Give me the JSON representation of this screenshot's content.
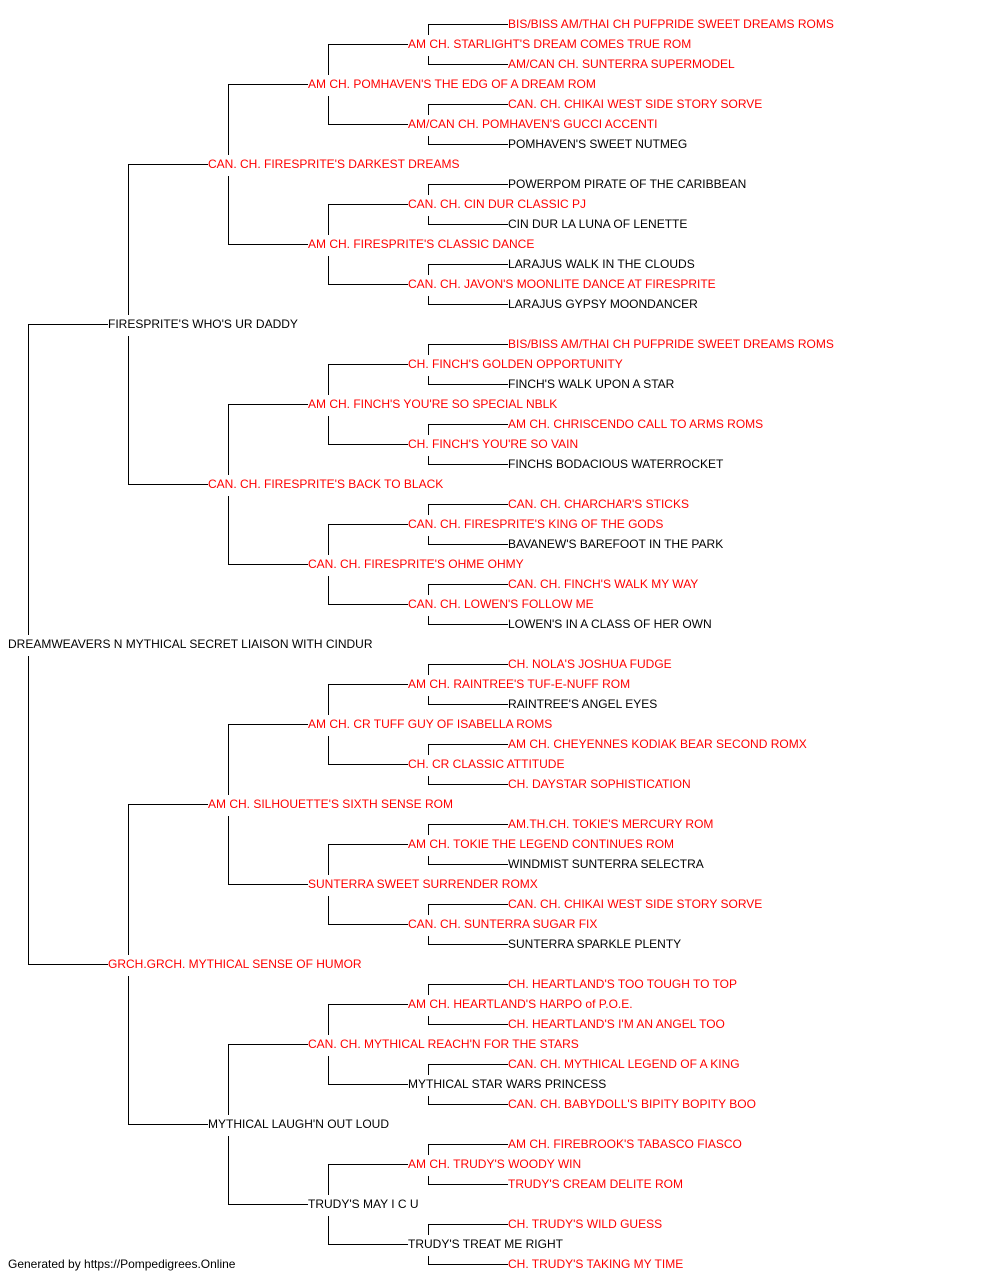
{
  "colors": {
    "titled": "#ff0000",
    "plain": "#000000",
    "connector": "#000000"
  },
  "subject": {
    "name": "DREAMWEAVERS N MYTHICAL SECRET LIAISON WITH CINDUR",
    "titled": false
  },
  "gen1": [
    {
      "name": "FIRESPRITE'S WHO'S UR DADDY",
      "titled": false
    },
    {
      "name": "GRCH.GRCH. MYTHICAL SENSE OF HUMOR",
      "titled": true
    }
  ],
  "gen2": [
    {
      "name": "CAN. CH. FIRESPRITE'S DARKEST DREAMS",
      "titled": true
    },
    {
      "name": "CAN. CH. FIRESPRITE'S BACK TO BLACK",
      "titled": true
    },
    {
      "name": "AM CH. SILHOUETTE'S SIXTH SENSE ROM",
      "titled": true
    },
    {
      "name": "MYTHICAL LAUGH'N OUT LOUD",
      "titled": false
    }
  ],
  "gen3": [
    {
      "name": "AM CH. POMHAVEN'S THE EDG OF A DREAM ROM",
      "titled": true
    },
    {
      "name": "AM CH. FIRESPRITE'S CLASSIC DANCE",
      "titled": true
    },
    {
      "name": "AM CH. FINCH'S YOU'RE SO SPECIAL NBLK",
      "titled": true
    },
    {
      "name": "CAN. CH. FIRESPRITE'S OHME OHMY",
      "titled": true
    },
    {
      "name": "AM CH. CR TUFF GUY OF ISABELLA ROMS",
      "titled": true
    },
    {
      "name": "SUNTERRA SWEET SURRENDER ROMX",
      "titled": true
    },
    {
      "name": "CAN. CH. MYTHICAL REACH'N FOR THE STARS",
      "titled": true
    },
    {
      "name": "TRUDY'S MAY I C U",
      "titled": false
    }
  ],
  "gen4": [
    {
      "name": "AM CH. STARLIGHT'S DREAM COMES TRUE ROM",
      "titled": true
    },
    {
      "name": "AM/CAN CH. POMHAVEN'S GUCCI ACCENTI",
      "titled": true
    },
    {
      "name": "CAN. CH. CIN DUR CLASSIC PJ",
      "titled": true
    },
    {
      "name": "CAN. CH. JAVON'S MOONLITE DANCE AT FIRESPRITE",
      "titled": true
    },
    {
      "name": "CH. FINCH'S GOLDEN OPPORTUNITY",
      "titled": true
    },
    {
      "name": "CH. FINCH'S YOU'RE SO VAIN",
      "titled": true
    },
    {
      "name": "CAN. CH. FIRESPRITE'S KING OF THE GODS",
      "titled": true
    },
    {
      "name": "CAN. CH. LOWEN'S FOLLOW ME",
      "titled": true
    },
    {
      "name": "AM CH. RAINTREE'S TUF-E-NUFF ROM",
      "titled": true
    },
    {
      "name": "CH. CR CLASSIC ATTITUDE",
      "titled": true
    },
    {
      "name": "AM CH. TOKIE THE LEGEND CONTINUES ROM",
      "titled": true
    },
    {
      "name": "CAN. CH. SUNTERRA SUGAR FIX",
      "titled": true
    },
    {
      "name": "AM CH. HEARTLAND'S HARPO of P.O.E.",
      "titled": true
    },
    {
      "name": "MYTHICAL STAR WARS PRINCESS",
      "titled": false
    },
    {
      "name": "AM CH. TRUDY'S WOODY WIN",
      "titled": true
    },
    {
      "name": "TRUDY'S TREAT ME RIGHT",
      "titled": false
    }
  ],
  "gen5": [
    {
      "name": "BIS/BISS AM/THAI CH PUFPRIDE SWEET DREAMS ROMS",
      "titled": true
    },
    {
      "name": "AM/CAN CH. SUNTERRA SUPERMODEL",
      "titled": true
    },
    {
      "name": "CAN. CH. CHIKAI WEST SIDE STORY SORVE",
      "titled": true
    },
    {
      "name": "POMHAVEN'S SWEET NUTMEG",
      "titled": false
    },
    {
      "name": "POWERPOM PIRATE OF THE CARIBBEAN",
      "titled": false
    },
    {
      "name": "CIN DUR LA LUNA OF LENETTE",
      "titled": false
    },
    {
      "name": "LARAJUS WALK IN THE CLOUDS",
      "titled": false
    },
    {
      "name": "LARAJUS GYPSY MOONDANCER",
      "titled": false
    },
    {
      "name": "BIS/BISS AM/THAI CH PUFPRIDE SWEET DREAMS ROMS",
      "titled": true
    },
    {
      "name": "FINCH'S WALK UPON A STAR",
      "titled": false
    },
    {
      "name": "AM CH. CHRISCENDO CALL TO ARMS ROMS",
      "titled": true
    },
    {
      "name": "FINCHS BODACIOUS WATERROCKET",
      "titled": false
    },
    {
      "name": "CAN. CH. CHARCHAR'S STICKS",
      "titled": true
    },
    {
      "name": "BAVANEW'S BAREFOOT IN THE PARK",
      "titled": false
    },
    {
      "name": "CAN. CH. FINCH'S WALK MY WAY",
      "titled": true
    },
    {
      "name": "LOWEN'S IN A CLASS OF HER OWN",
      "titled": false
    },
    {
      "name": "CH. NOLA'S JOSHUA FUDGE",
      "titled": true
    },
    {
      "name": "RAINTREE'S ANGEL EYES",
      "titled": false
    },
    {
      "name": "AM CH. CHEYENNES KODIAK BEAR SECOND ROMX",
      "titled": true
    },
    {
      "name": "CH. DAYSTAR SOPHISTICATION",
      "titled": true
    },
    {
      "name": "AM.TH.CH. TOKIE'S MERCURY ROM",
      "titled": true
    },
    {
      "name": "WINDMIST SUNTERRA SELECTRA",
      "titled": false
    },
    {
      "name": "CAN. CH. CHIKAI WEST SIDE STORY SORVE",
      "titled": true
    },
    {
      "name": "SUNTERRA SPARKLE PLENTY",
      "titled": false
    },
    {
      "name": "CH. HEARTLAND'S TOO TOUGH TO TOP",
      "titled": true
    },
    {
      "name": "CH. HEARTLAND'S I'M AN ANGEL TOO",
      "titled": true
    },
    {
      "name": "CAN. CH. MYTHICAL LEGEND OF A KING",
      "titled": true
    },
    {
      "name": "CAN. CH. BABYDOLL'S BIPITY BOPITY BOO",
      "titled": true
    },
    {
      "name": "AM CH. FIREBROOK'S TABASCO FIASCO",
      "titled": true
    },
    {
      "name": "TRUDY'S CREAM DELITE ROM",
      "titled": true
    },
    {
      "name": "CH. TRUDY'S WILD GUESS",
      "titled": true
    },
    {
      "name": "CH. TRUDY'S TAKING MY TIME",
      "titled": true
    }
  ],
  "footer": "Generated by https://Pompedigrees.Online"
}
